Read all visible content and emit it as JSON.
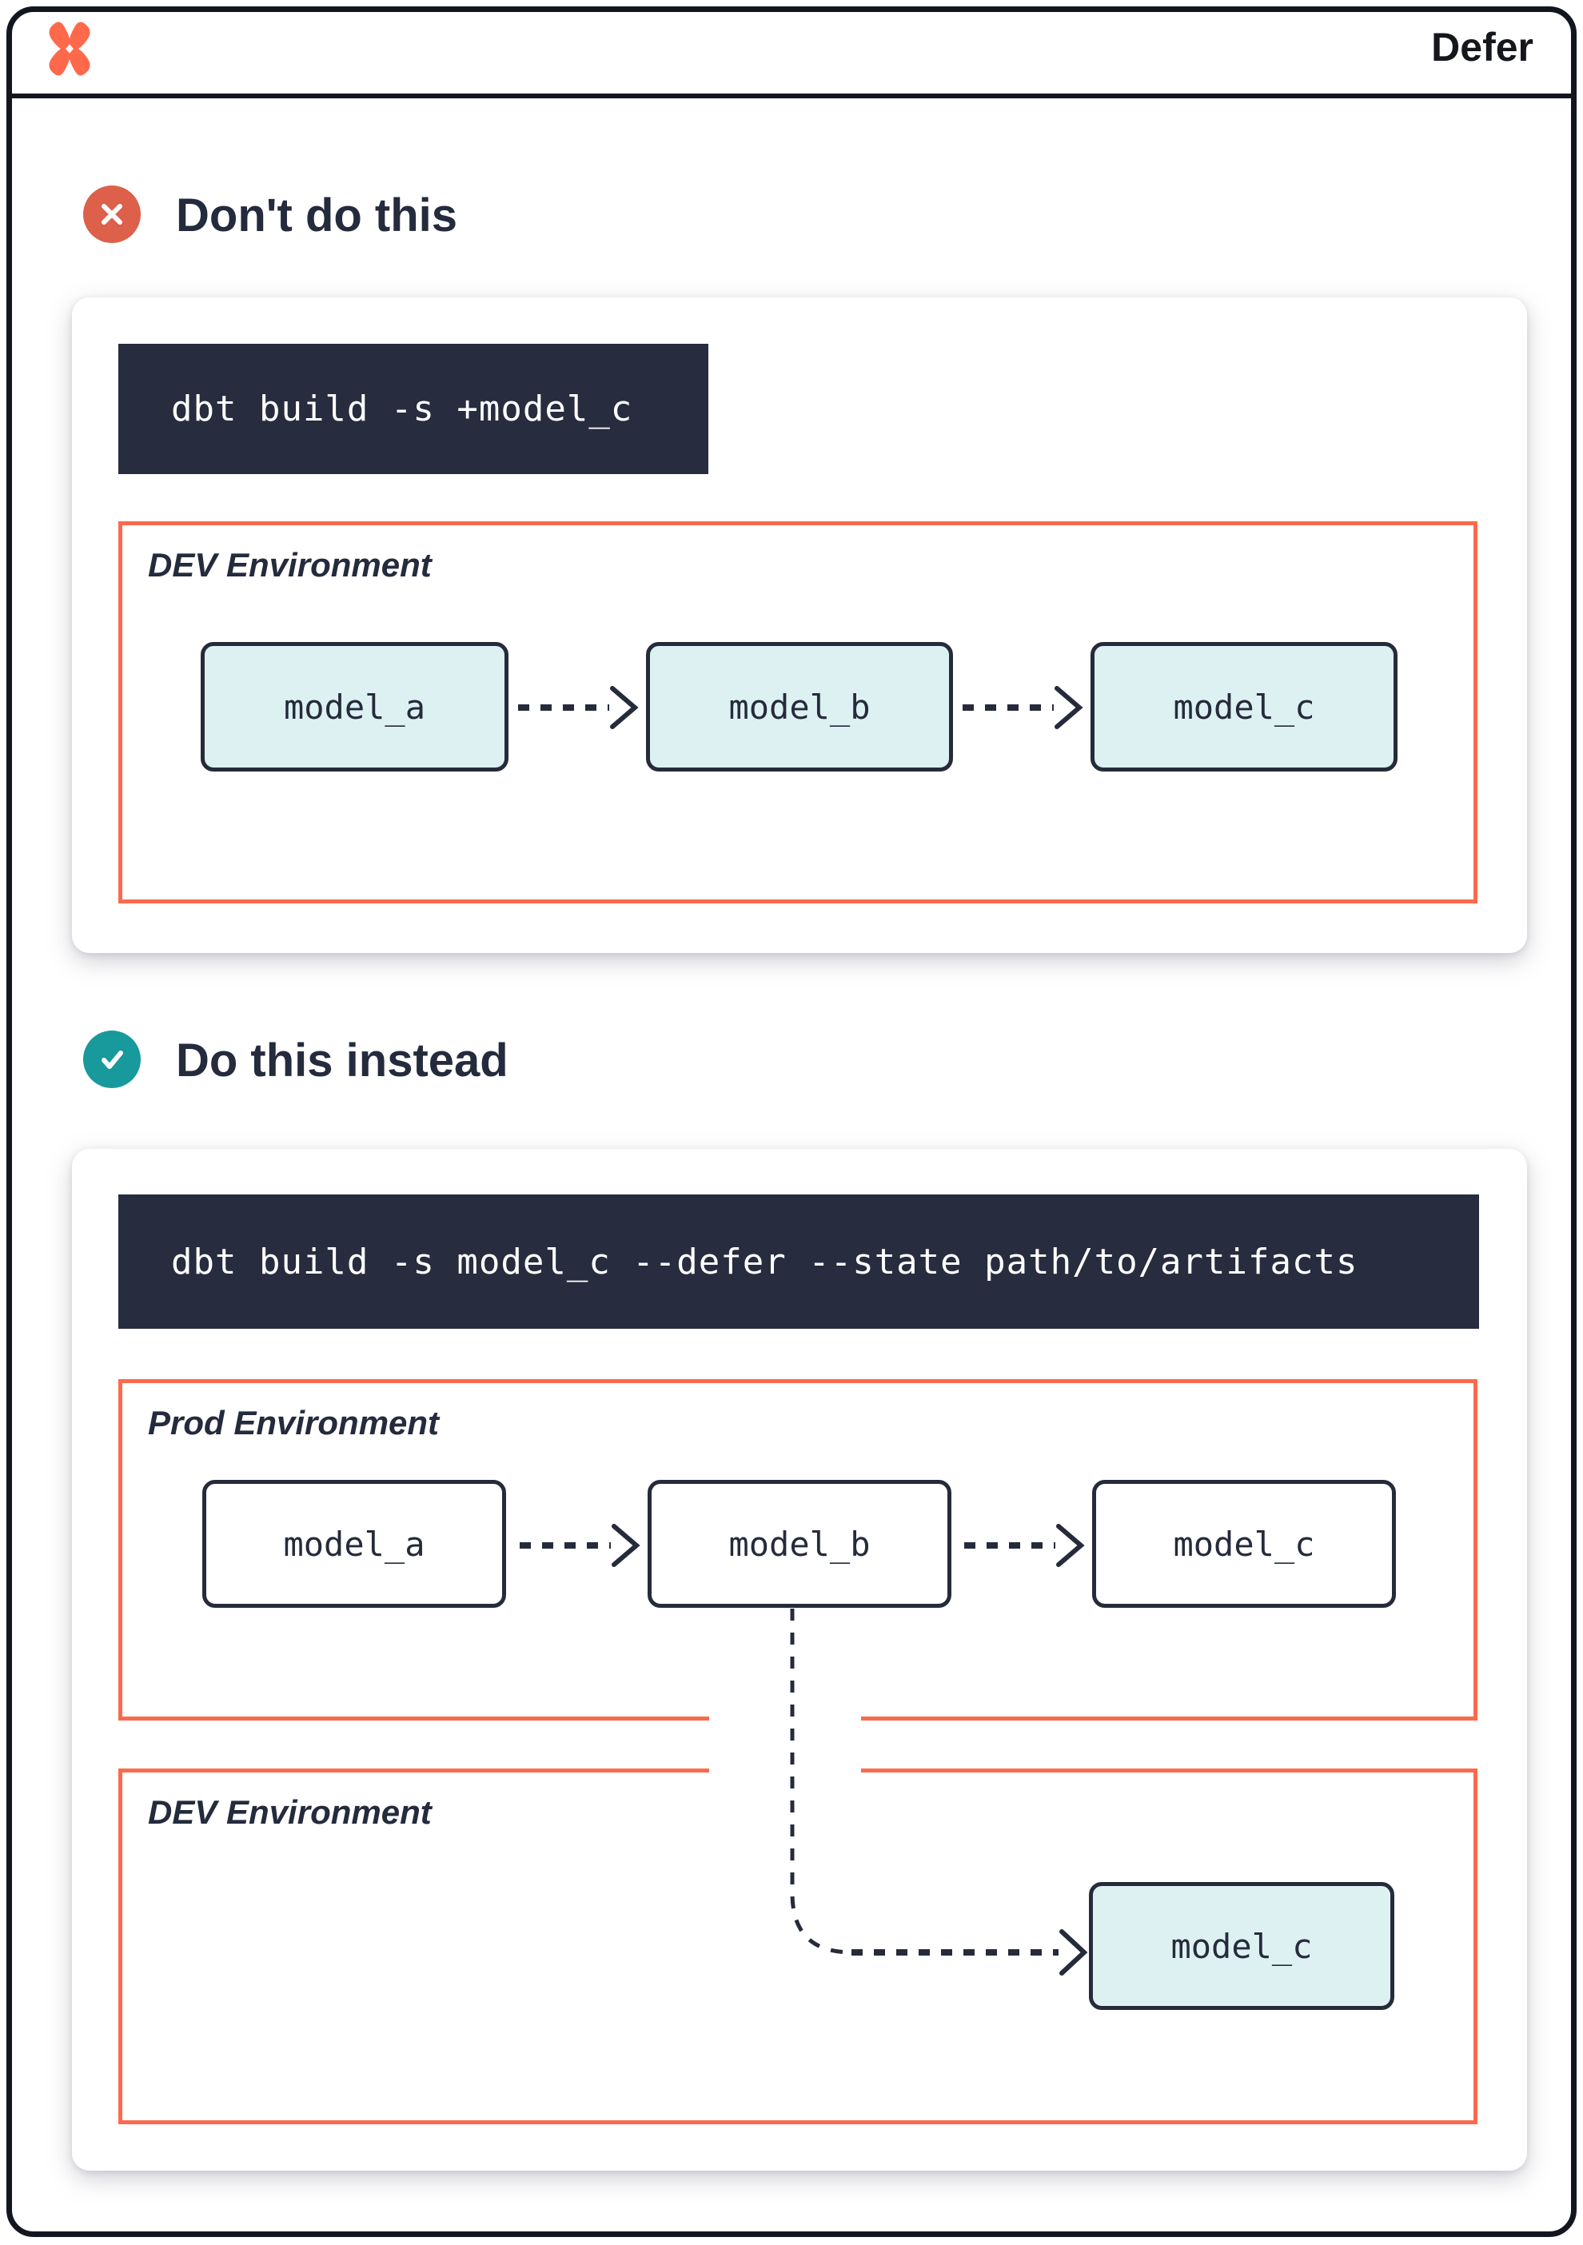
{
  "header": {
    "title": "Defer",
    "logo_icon": "dbt-logo"
  },
  "colors": {
    "orange": "#FB6A4D",
    "dont_badge": "#DD604A",
    "do_badge": "#18999B",
    "navy": "#262B3B",
    "code_bg": "#272C3E",
    "model_fill": "#DDF1F3",
    "frame": "#14161F",
    "heading": "#242B3D"
  },
  "dont": {
    "heading": "Don't do this",
    "badge_icon": "x-circle-icon",
    "command": "dbt build -s +model_c",
    "env": {
      "label": "DEV Environment",
      "models": [
        {
          "name": "model_a"
        },
        {
          "name": "model_b"
        },
        {
          "name": "model_c"
        }
      ]
    }
  },
  "do": {
    "heading": "Do this instead",
    "badge_icon": "check-circle-icon",
    "command": "dbt build -s model_c --defer --state path/to/artifacts",
    "prod_env": {
      "label": "Prod Environment",
      "models": [
        {
          "name": "model_a"
        },
        {
          "name": "model_b"
        },
        {
          "name": "model_c"
        }
      ]
    },
    "dev_env": {
      "label": "DEV Environment",
      "models": [
        {
          "name": "model_c"
        }
      ]
    },
    "connector": "model_b (prod) defers to model_c (dev)"
  }
}
